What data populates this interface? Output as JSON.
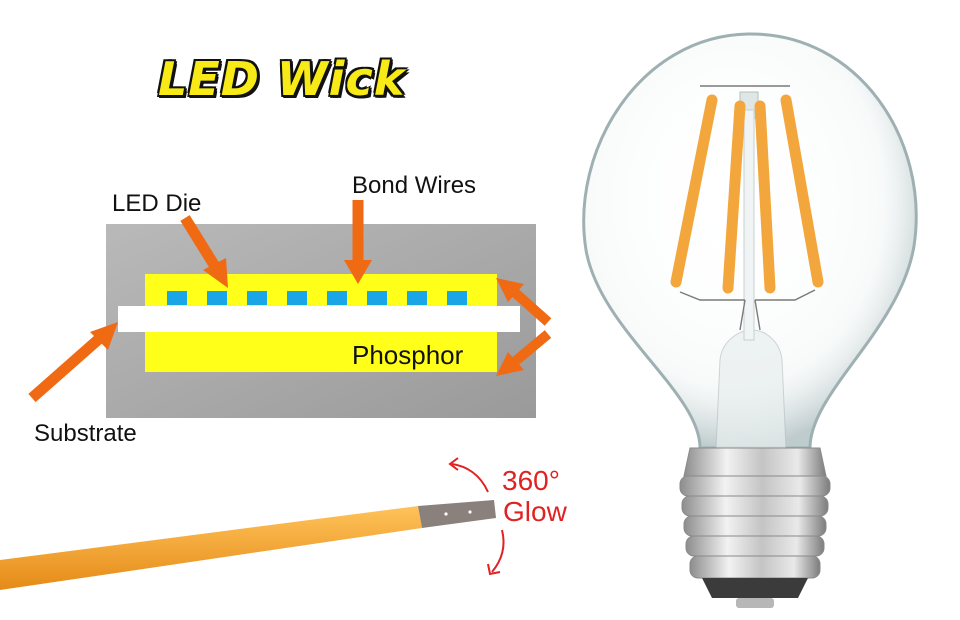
{
  "diagram": {
    "title": "LED Wick",
    "labels": {
      "led_die": "LED Die",
      "bond_wires": "Bond Wires",
      "phosphor": "Phosphor",
      "substrate": "Substrate",
      "glow_line1": "360°",
      "glow_line2": "Glow"
    },
    "led_die_count": 8,
    "filament_count": 4
  },
  "colors": {
    "phosphor": "#ffff19",
    "led_die": "#1aa6e6",
    "arrow": "#f06a14",
    "panel": "#a9a9a9",
    "filament": "#f3a63b",
    "glow_text": "#e02222"
  }
}
